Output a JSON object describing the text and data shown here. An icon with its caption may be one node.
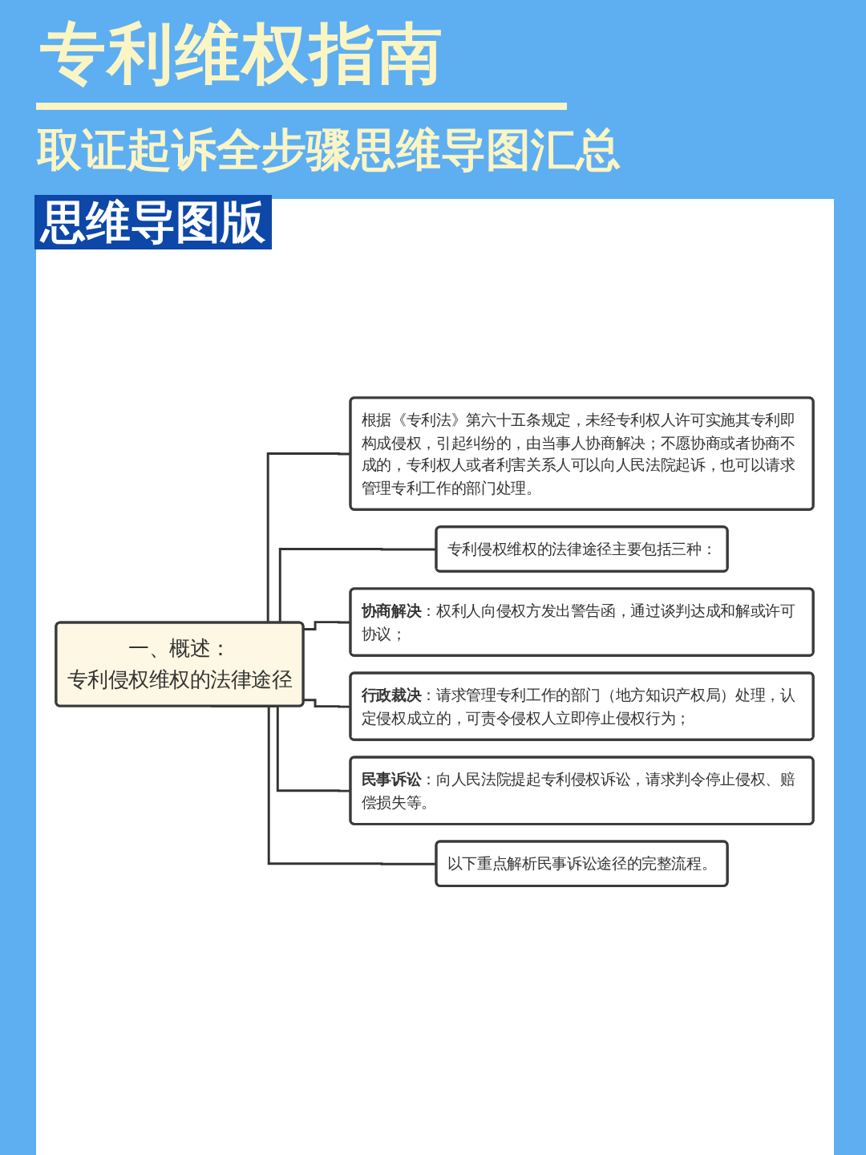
{
  "diagram": {
    "title": "专利维权指南",
    "nodes": [
      {
        "text": [
          "一、概述：",
          "专利侵权维权的法律途径"
        ]
      },
      {
        "text": [
          "根据《专利法》第六十五条规定，未经专利权人许可实施其专利即构成侵权，引起纠纷的，由当事人协商解决；不愿协商或者协商不成的，专利权人或者利害关系人可以向人民法院起诉，也可以请求管理专利工作的部门处理。"
        ]
      },
      {
        "text": [
          "专利侵权维权的法律途径主要包括三种："
        ]
      },
      {
        "text": [
          "**协商解决**：权利人向侵权方发出警告函，通过谈判达成和解或许可协议；"
        ]
      },
      {
        "text": [
          "**行政裁决**：请求管理专利工作的部门（地方知识产权局）处理，认定侵权成立的，可责令侵权人立即停止侵权行为；"
        ]
      },
      {
        "text": [
          "**民事诉讼**：向人民法院提起专利侵权诉讼，请求判令停止侵权、赔偿损失等。"
        ]
      },
      {
        "text": [
          "以下重点解析民事诉讼途径的完整流程。"
        ]
      }
    ],
    "edges": [
      {
        "from": 0,
        "to": 1,
        "arrow": "none"
      },
      {
        "from": 0,
        "to": 2,
        "arrow": "none"
      },
      {
        "from": 0,
        "to": 3,
        "arrow": "none"
      },
      {
        "from": 0,
        "to": 4,
        "arrow": "none"
      },
      {
        "from": 0,
        "to": 5,
        "arrow": "none"
      },
      {
        "from": 0,
        "to": 6,
        "arrow": "none"
      }
    ],
    "labels": [
      "取证起诉全步骤思维导图汇总",
      "思维导图版"
    ]
  }
}
